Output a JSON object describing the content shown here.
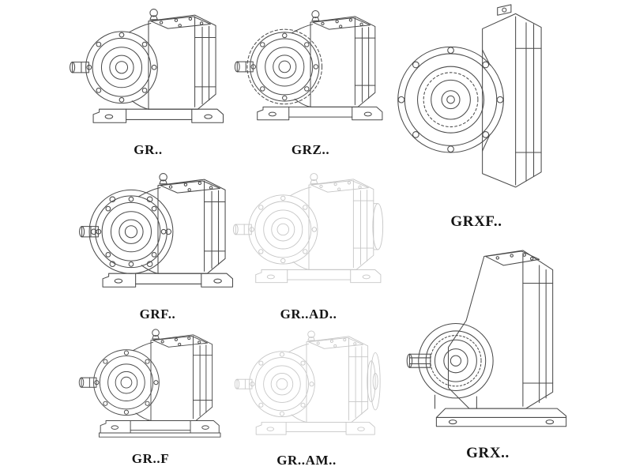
{
  "page": {
    "background_color": "#ffffff",
    "line_color": "#4a4a4a",
    "phantom_line_color": "#c6c6c6",
    "label_color": "#141414"
  },
  "figures": {
    "gr": {
      "label": "GR..",
      "drawing": "helical-gear-unit-foot-mounted"
    },
    "grz": {
      "label": "GRZ..",
      "drawing": "helical-gear-unit-foot-mounted-variant"
    },
    "grxf": {
      "label": "GRXF..",
      "drawing": "helical-gear-unit-large-flange-mounted"
    },
    "grf": {
      "label": "GRF..",
      "drawing": "helical-gear-unit-with-front-flange"
    },
    "gr_ad": {
      "label": "GR..AD..",
      "drawing": "helical-gear-unit-input-adapter-phantom"
    },
    "grx": {
      "label": "GRX..",
      "drawing": "helical-gear-unit-large-foot-mounted"
    },
    "gr_f": {
      "label": "GR..F",
      "drawing": "helical-gear-unit-foot-with-base-flange"
    },
    "gr_am": {
      "label": "GR..AM..",
      "drawing": "helical-gear-unit-motor-adapter-phantom"
    }
  }
}
